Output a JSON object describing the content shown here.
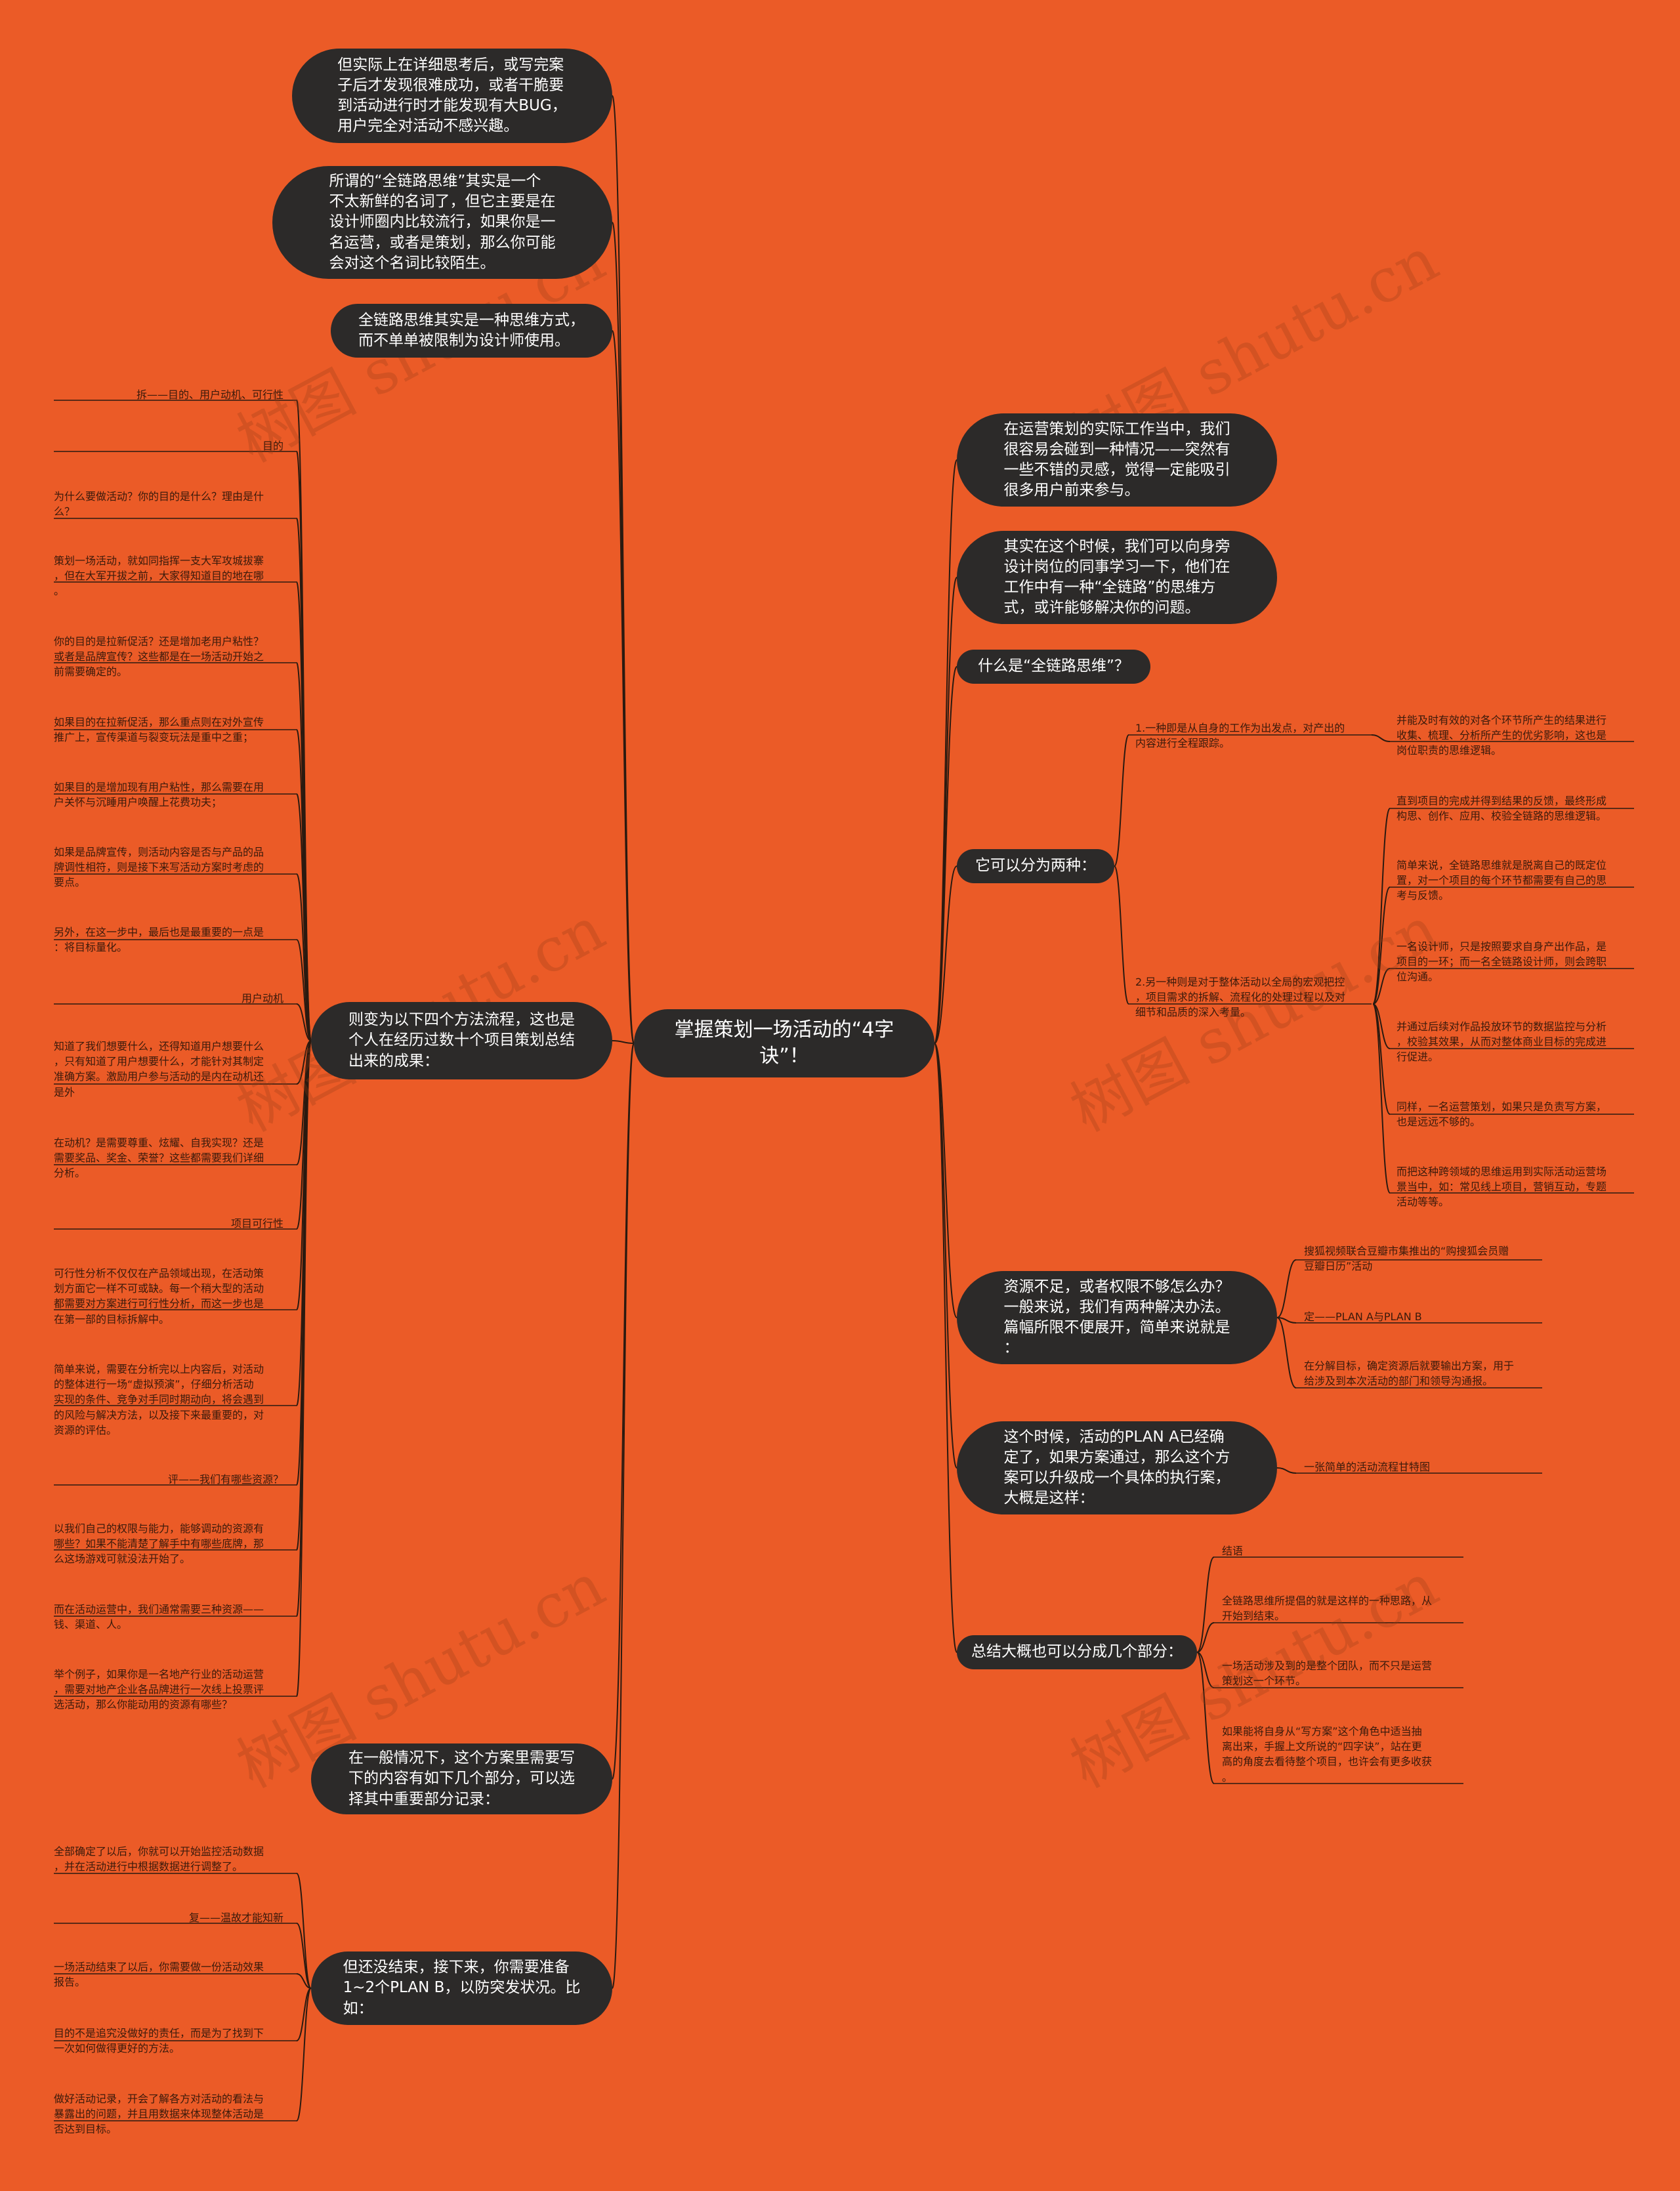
{
  "root": {
    "label": "掌握策划一场活动的“4字\n诀”！"
  },
  "left_branches": [
    {
      "label": "但实际上在详细思考后，或写完案\n子后才发现很难成功，或者干脆要\n到活动进行时才能发现有大BUG，\n用户完全对活动不感兴趣。"
    },
    {
      "label": "所谓的“全链路思维”其实是一个\n不太新鲜的名词了，但它主要是在\n设计师圈内比较流行，如果你是一\n名运营，或者是策划，那么你可能\n会对这个名词比较陌生。"
    },
    {
      "label": "全链路思维其实是一种思维方式，\n而不单单被限制为设计师使用。"
    },
    {
      "label": "则变为以下四个方法流程，这也是\n个人在经历过数十个项目策划总结\n出来的成果："
    },
    {
      "label": "在一般情况下，这个方案里需要写\n下的内容有如下几个部分，可以选\n择其中重要部分记录："
    },
    {
      "label": "但还没结束，接下来，你需要准备\n1~2个PLAN B，以防突发状况。比\n如："
    }
  ],
  "method_leaves": [
    "拆——目的、用户动机、可行性",
    "目的",
    "为什么要做活动？你的目的是什么？理由是什\n么？",
    "策划一场活动，就如同指挥一支大军攻城拔寨\n，但在大军开拔之前，大家得知道目的地在哪\n。",
    "你的目的是拉新促活？还是增加老用户粘性？\n或者是品牌宣传？这些都是在一场活动开始之\n前需要确定的。",
    "如果目的在拉新促活，那么重点则在对外宣传\n推广上，宣传渠道与裂变玩法是重中之重；",
    "如果目的是增加现有用户粘性，那么需要在用\n户关怀与沉睡用户唤醒上花费功夫；",
    "如果是品牌宣传，则活动内容是否与产品的品\n牌调性相符，则是接下来写活动方案时考虑的\n要点。",
    "另外，在这一步中，最后也是最重要的一点是\n：将目标量化。",
    "用户动机",
    "知道了我们想要什么，还得知道用户想要什么\n，只有知道了用户想要什么，才能针对其制定\n准确方案。激励用户参与活动的是内在动机还\n是外",
    "在动机？是需要尊重、炫耀、自我实现？还是\n需要奖品、奖金、荣誉？这些都需要我们详细\n分析。",
    "项目可行性",
    "可行性分析不仅仅在产品领域出现，在活动策\n划方面它一样不可或缺。每一个稍大型的活动\n都需要对方案进行可行性分析，而这一步也是\n在第一部的目标拆解中。",
    "简单来说，需要在分析完以上内容后，对活动\n的整体进行一场“虚拟预演”，仔细分析活动\n实现的条件、竞争对手同时期动向，将会遇到\n的风险与解决方法，以及接下来最重要的，对\n资源的评估。",
    "评——我们有哪些资源？",
    "以我们自己的权限与能力，能够调动的资源有\n哪些？如果不能清楚了解手中有哪些底牌，那\n么这场游戏可就没法开始了。",
    "而在活动运营中，我们通常需要三种资源——\n钱、渠道、人。",
    "举个例子，如果你是一名地产行业的活动运营\n，需要对地产企业各品牌进行一次线上投票评\n选活动，那么你能动用的资源有哪些？"
  ],
  "planb_leaves": [
    "全部确定了以后，你就可以开始监控活动数据\n，并在活动进行中根据数据进行调整了。",
    "复——温故才能知新",
    "一场活动结束了以后，你需要做一份活动效果\n报告。",
    "目的不是追究没做好的责任，而是为了找到下\n一次如何做得更好的方法。",
    "做好活动记录，开会了解各方对活动的看法与\n暴露出的问题，并且用数据来体现整体活动是\n否达到目标。"
  ],
  "right_branches": [
    {
      "label": "在运营策划的实际工作当中，我们\n很容易会碰到一种情况——突然有\n一些不错的灵感，觉得一定能吸引\n很多用户前来参与。"
    },
    {
      "label": "其实在这个时候，我们可以向身旁\n设计岗位的同事学习一下，他们在\n工作中有一种“全链路”的思维方\n式，或许能够解决你的问题。"
    },
    {
      "label": "什么是“全链路思维”？"
    },
    {
      "label": "它可以分为两种："
    },
    {
      "label": "资源不足，或者权限不够怎么办？\n一般来说，我们有两种解决办法。\n篇幅所限不便展开，简单来说就是\n："
    },
    {
      "label": "这个时候，活动的PLAN A已经确\n定了，如果方案通过，那么这个方\n案可以升级成一个具体的执行案，\n大概是这样："
    },
    {
      "label": "总结大概也可以分成几个部分："
    }
  ],
  "two_kinds": {
    "first": "1.一种即是从自身的工作为出发点，对产出的\n内容进行全程跟踪。",
    "first_detail": "并能及时有效的对各个环节所产生的结果进行\n收集、梳理、分析所产生的优劣影响，这也是\n岗位职责的思维逻辑。",
    "second": "2.另一种则是对于整体活动以全局的宏观把控\n，项目需求的拆解、流程化的处理过程以及对\n细节和品质的深入考量。",
    "second_details": [
      "直到项目的完成并得到结果的反馈，最终形成\n构思、创作、应用、校验全链路的思维逻辑。",
      "简单来说，全链路思维就是脱离自己的既定位\n置，对一个项目的每个环节都需要有自己的思\n考与反馈。",
      "一名设计师，只是按照要求自身产出作品，是\n项目的一环；而一名全链路设计师，则会跨职\n位沟通。",
      "并通过后续对作品投放环节的数据监控与分析\n，校验其效果，从而对整体商业目标的完成进\n行促进。",
      "同样，一名运营策划，如果只是负责写方案，\n也是远远不够的。",
      "而把这种跨领域的思维运用到实际活动运营场\n景当中，如：常见线上项目，营销互动，专题\n活动等等。"
    ]
  },
  "resource_leaves": [
    "搜狐视频联合豆瓣市集推出的“购搜狐会员赠\n豆瓣日历”活动",
    "定——PLAN A与PLAN B",
    "在分解目标，确定资源后就要输出方案，用于\n给涉及到本次活动的部门和领导沟通报。"
  ],
  "plan_leaf": "一张简单的活动流程甘特图",
  "summary_leaves": [
    "结语",
    "全链路思维所提倡的就是这样的一种思路，从\n开始到结束。",
    "一场活动涉及到的是整个团队，而不只是运营\n策划这一个环节。",
    "如果能将自身从“写方案”这个角色中适当抽\n离出来，手握上文所说的“四字诀”，站在更\n高的角度去看待整个项目，也许会有更多收获\n。"
  ],
  "watermark": "树图 shutu.cn",
  "colors": {
    "background": "#EB5B27",
    "node": "#2C2A29",
    "line": "#2A1A10",
    "leaf_text": "#3A1A0B"
  }
}
